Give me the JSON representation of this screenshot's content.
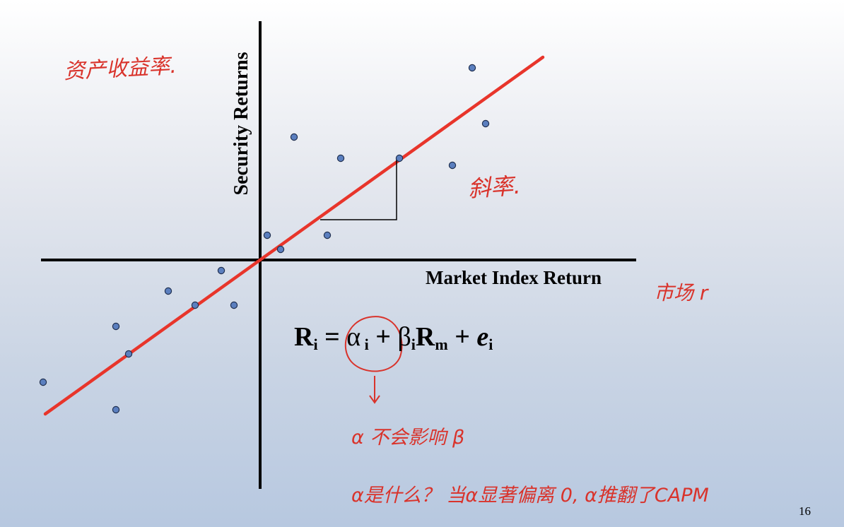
{
  "chart_data": {
    "type": "scatter",
    "xlabel": "Market Index Return",
    "ylabel": "Security Returns",
    "xlim": [
      -310,
      532
    ],
    "ylim": [
      -324,
      338
    ],
    "points": [
      {
        "x": 300,
        "y": 272
      },
      {
        "x": 319,
        "y": 193
      },
      {
        "x": 48,
        "y": 174
      },
      {
        "x": 114,
        "y": 144
      },
      {
        "x": 197,
        "y": 144
      },
      {
        "x": 272,
        "y": 134
      },
      {
        "x": 10,
        "y": 35
      },
      {
        "x": 95,
        "y": 35
      },
      {
        "x": 29,
        "y": 15
      },
      {
        "x": -55,
        "y": -15
      },
      {
        "x": -130,
        "y": -44
      },
      {
        "x": -92,
        "y": -64
      },
      {
        "x": -37,
        "y": -64
      },
      {
        "x": -204,
        "y": -94
      },
      {
        "x": -186,
        "y": -133
      },
      {
        "x": -307,
        "y": -173
      },
      {
        "x": -204,
        "y": -212
      }
    ],
    "regression_line": {
      "x": [
        -304,
        400
      ],
      "y": [
        -218,
        287
      ],
      "color": "#e8352b"
    },
    "slope_triangle": {
      "x1": 85,
      "x2": 193,
      "y1": 57,
      "y2": 143
    },
    "point_color": "#5b7fbf",
    "grid": false,
    "legend": "none"
  },
  "formula": {
    "r": "R",
    "r_sub": "i",
    "eq": " = ",
    "alpha": "α",
    "alpha_sub": " i",
    "plus1": " + ",
    "beta": "β",
    "beta_sub": "i",
    "rm": "R",
    "rm_sub": "m",
    "plus2": " + ",
    "e": "e",
    "e_sub": "i"
  },
  "annotations": {
    "asset_return": "资产收益率.",
    "slope": "斜率.",
    "market": "市场 r",
    "alpha_note": "α 不会影响 β",
    "alpha_question": "α是什么？ 当α显著偏离 0, α推翻了CAPM"
  },
  "page_number": "16"
}
